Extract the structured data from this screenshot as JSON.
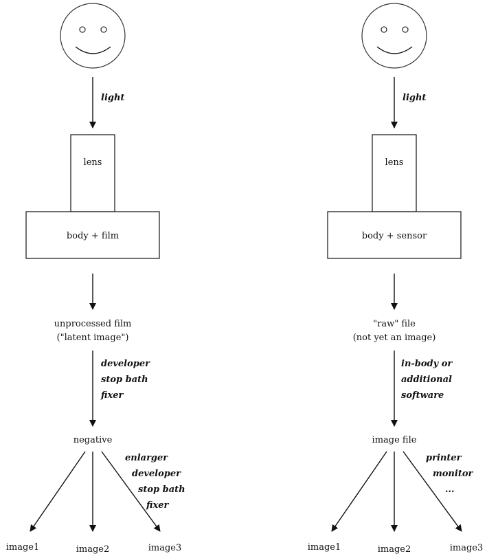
{
  "left": {
    "light_label": "light",
    "lens_label": "lens",
    "body_label": "body + film",
    "unprocessed_line1": "unprocessed film",
    "unprocessed_line2": "(\"latent image\")",
    "process_lines": [
      "developer",
      "stop bath",
      "fixer"
    ],
    "negative_label": "negative",
    "branch_lines": [
      "enlarger",
      "developer",
      "stop bath",
      "fixer"
    ],
    "outputs": [
      "image1",
      "image2",
      "image3"
    ]
  },
  "right": {
    "light_label": "light",
    "lens_label": "lens",
    "body_label": "body + sensor",
    "raw_line1": "\"raw\" file",
    "raw_line2": "(not yet an image)",
    "process_lines": [
      "in-body or",
      "additional",
      "software"
    ],
    "imagefile_label": "image file",
    "branch_lines": [
      "printer",
      "monitor",
      "..."
    ],
    "outputs": [
      "image1",
      "image2",
      "image3"
    ]
  }
}
